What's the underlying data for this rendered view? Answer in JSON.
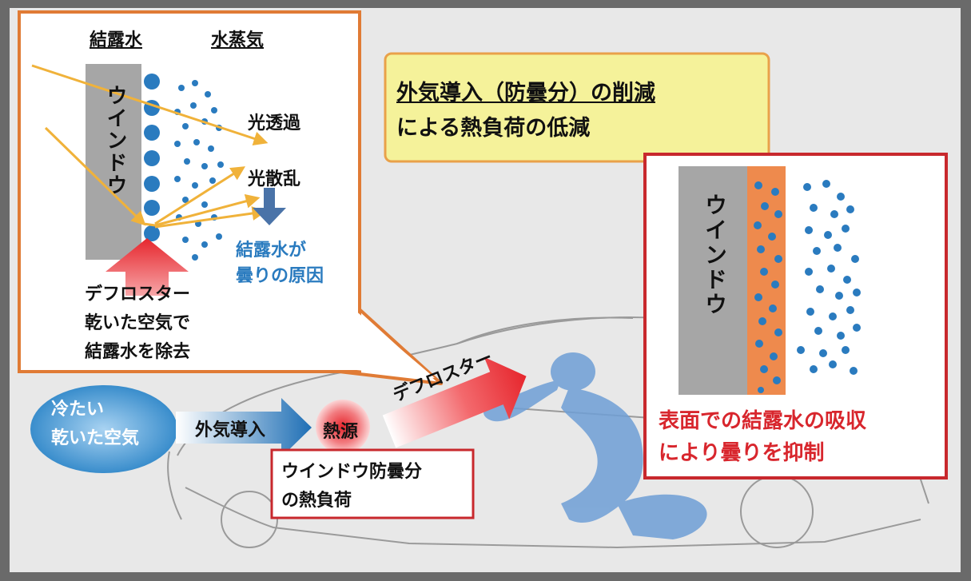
{
  "inset_left": {
    "label_condensation": "結露水",
    "label_vapor": "水蒸気",
    "window_label": "ウインドウ",
    "light_transmission": "光透過",
    "light_scattering": "光散乱",
    "cause_note": [
      "結露水が",
      "曇りの原因"
    ],
    "defroster_note": [
      "デフロスター",
      "乾いた空気で",
      "結露水を除去"
    ]
  },
  "callout_top": {
    "lines": [
      "外気導入（防曇分）の削減",
      "による熱負荷の低減"
    ]
  },
  "inset_right": {
    "window_label": "ウインドウ",
    "note": [
      "表面での結露水の吸収",
      "により曇りを抑制"
    ]
  },
  "flow": {
    "cold_air": [
      "冷たい",
      "乾いた空気"
    ],
    "intake_label": "外気導入",
    "heat_source": "熱源",
    "defroster_label": "デフロスター",
    "heat_load_box": [
      "ウインドウ防曇分",
      "の熱負荷"
    ]
  },
  "colors": {
    "inset_border_orange": "#e07b35",
    "callout_fill": "#f5f29a",
    "callout_border": "#e9a14a",
    "inset_border_red": "#c8282d",
    "droplet_blue": "#2a7bbf",
    "window_gray": "#a6a6a6",
    "absorb_layer_orange": "#ee8a4d",
    "arrow_red": "#e6262d",
    "arrow_orange": "#f0b23a",
    "body_blue": "#6f9fd6",
    "cold_air_blue": "#4f97cf",
    "text_red": "#d8262d",
    "text_blue": "#2a7bbf"
  }
}
